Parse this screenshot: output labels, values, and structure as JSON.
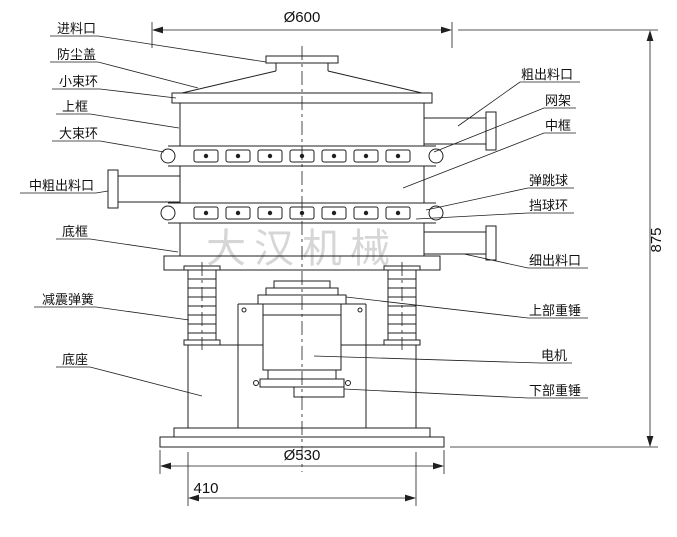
{
  "diagram": {
    "watermark": "大汉机械",
    "dimensions": {
      "top_diameter": "Ø600",
      "total_height": "875",
      "base_flange_diameter": "Ø530",
      "base_width": "410"
    },
    "parts_left": [
      "进料口",
      "防尘盖",
      "小束环",
      "上框",
      "大束环",
      "中粗出料口",
      "底框",
      "减震弹簧",
      "底座"
    ],
    "parts_right": [
      "粗出料口",
      "网架",
      "中框",
      "弹跳球",
      "挡球环",
      "细出料口",
      "上部重锤",
      "电机",
      "下部重锤"
    ],
    "line_color": "#1f1f1f"
  }
}
